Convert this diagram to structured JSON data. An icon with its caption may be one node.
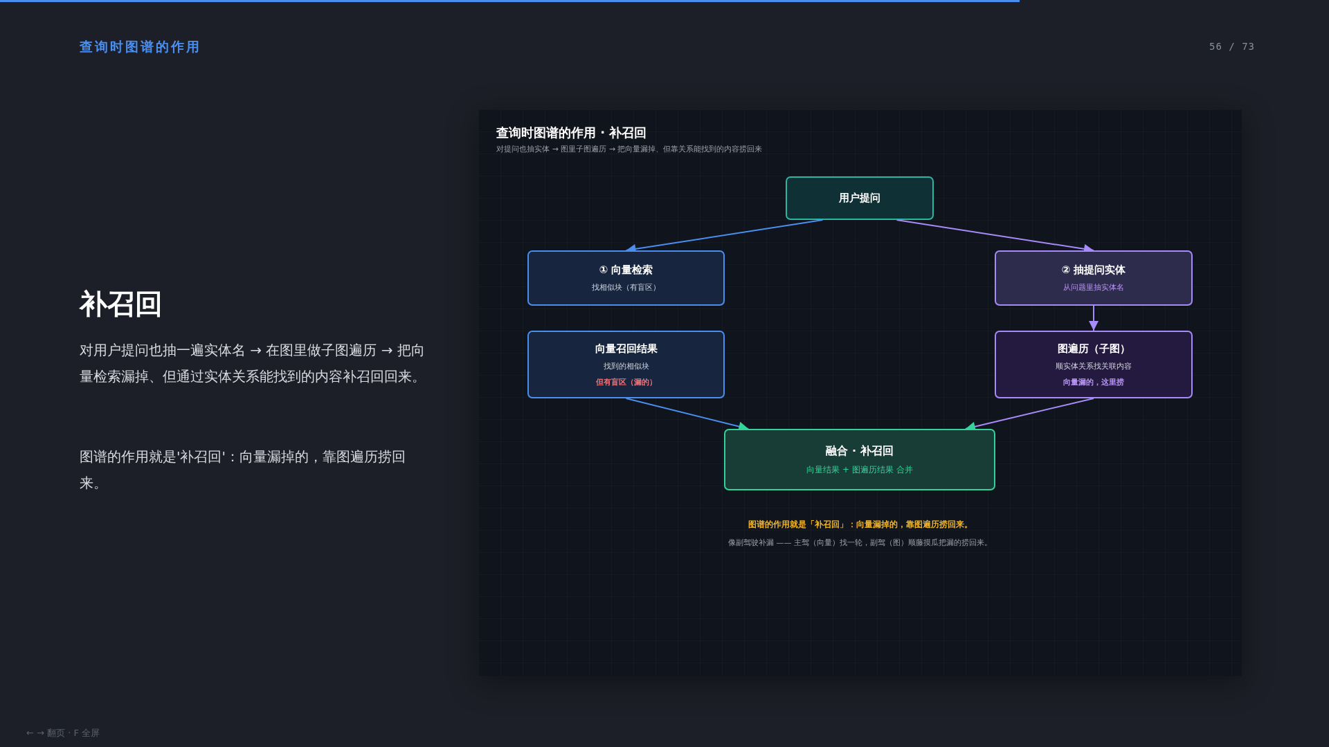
{
  "diagram": {
    "title": "查询时图谱的作用",
    "nodes": [
      {
        "text": [
          "用户提问"
        ]
      },
      {
        "text": [
          "① 向量检索",
          "找相似块（有盲区）"
        ]
      },
      {
        "text": [
          "② 抽提问实体",
          "从问题里抽实体名"
        ]
      },
      {
        "text": [
          "向量召回结果",
          "找到的相似块",
          "但有盲区（漏的）"
        ]
      },
      {
        "text": [
          "图遍历（子图）",
          "顺实体关系找关联内容",
          "向量漏的，这里捞"
        ]
      },
      {
        "text": [
          "融合 · 补召回",
          "向量结果 + 图遍历结果 合并"
        ]
      }
    ],
    "edges": [
      {
        "from": 0,
        "to": 1,
        "arrow": "to",
        "color": "#4a8ff0"
      },
      {
        "from": 0,
        "to": 2,
        "arrow": "to",
        "color": "#a78bfa"
      },
      {
        "from": 2,
        "to": 4,
        "arrow": "to",
        "color": "#a78bfa"
      },
      {
        "from": 3,
        "to": 5,
        "arrow": "to",
        "color": "#4a8ff0"
      },
      {
        "from": 4,
        "to": 5,
        "arrow": "to",
        "color": "#a78bfa"
      }
    ],
    "labels": [
      "56 / 73",
      "补召回",
      "对用户提问也抽一遍实体名 → 在图里做子图遍历 → 把向量检索漏掉、但通过实体关系能找到的内容补召回回来。",
      "图谱的作用就是'补召回'：向量漏掉的，靠图遍历捞回来。",
      "查询时图谱的作用 · 补召回",
      "对提问也抽实体 → 图里子图遍历 → 把向量漏掉、但靠关系能找到的内容捞回来",
      "图谱的作用就是「补召回」：向量漏掉的，靠图遍历捞回来。",
      "像副驾驶补漏 —— 主驾（向量）找一轮，副驾（图）顺藤摸瓜把漏的捞回来。",
      "← → 翻页 · F 全屏"
    ]
  }
}
